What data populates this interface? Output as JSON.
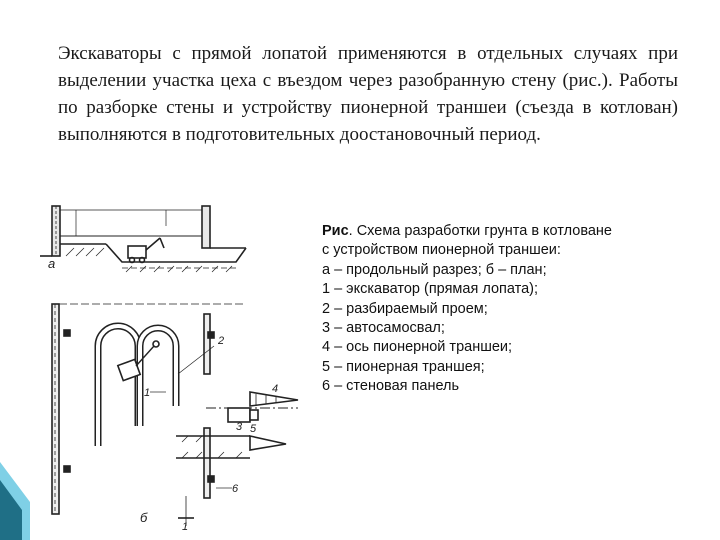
{
  "body_text": "Экскаваторы с прямой лопатой применяются в отдельных случаях при выделении участка цеха с въездом через разобранную стену (рис.). Работы по разборке стены и устройству пионерной траншеи (съезда в котлован) выполняются в подготовительных доостановочный период.",
  "caption": {
    "label": "Рис",
    "title": ". Схема разработки грунта в котловане с устройством пионерной траншеи:",
    "lines": [
      "а – продольный разрез; б – план;",
      "1 – экскаватор (прямая лопата);",
      "2 – разбираемый проем;",
      "3 – автосамосвал;",
      "4 – ось пионерной траншеи;",
      "5 – пионерная траншея;",
      "6 – стеновая панель"
    ]
  },
  "figure": {
    "labels": {
      "a": "а",
      "b": "б",
      "n1": "1",
      "n2": "2",
      "n3": "3",
      "n4": "4",
      "n5": "5",
      "n6": "6",
      "n1b": "1"
    }
  },
  "colors": {
    "accent_dark": "#1f6f86",
    "accent_light": "#7fd0e6",
    "text": "#1a1a1a"
  }
}
